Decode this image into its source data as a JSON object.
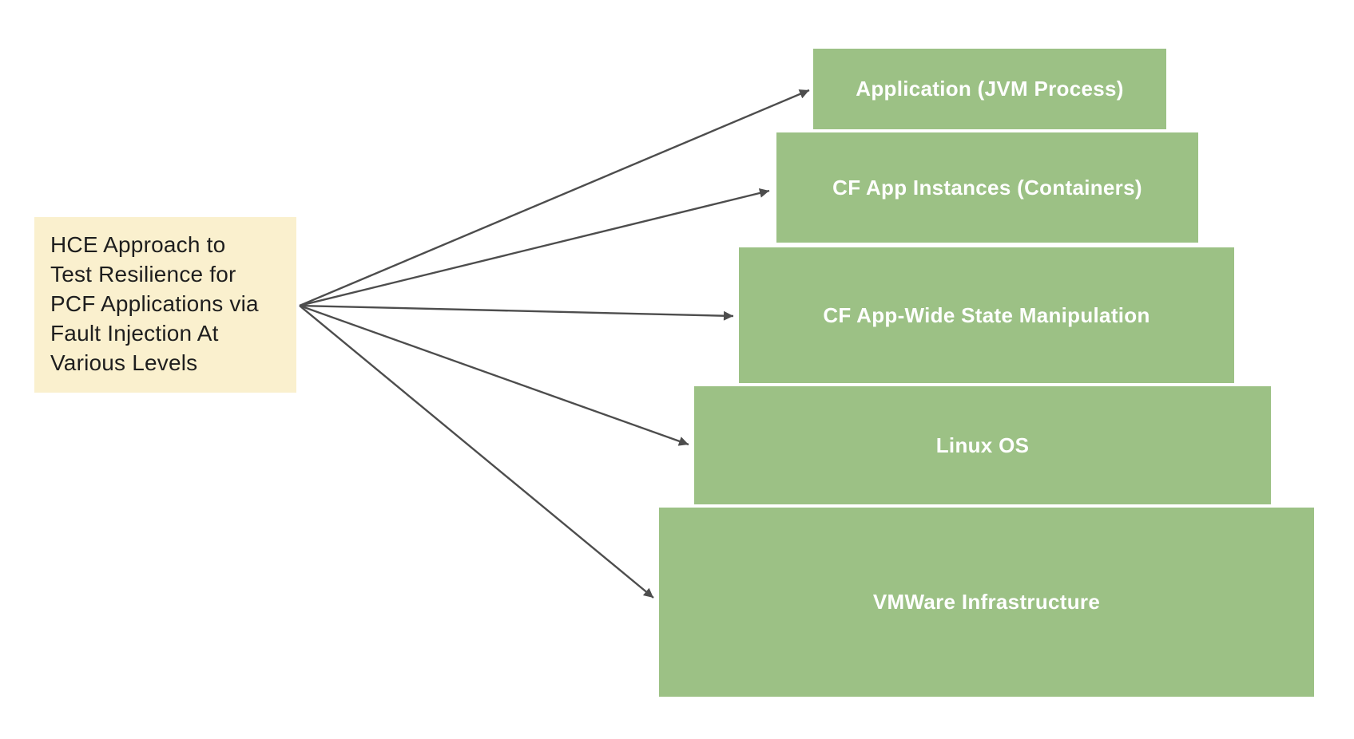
{
  "diagram": {
    "source_box": {
      "text": "HCE Approach to Test Resilience for PCF Applications via Fault Injection At Various Levels",
      "lines": [
        "HCE Approach to",
        "Test Resilience for",
        "PCF Applications via",
        "Fault Injection At",
        "Various Levels"
      ]
    },
    "levels": [
      {
        "label": "Application (JVM Process)"
      },
      {
        "label": "CF App Instances (Containers)"
      },
      {
        "label": "CF App-Wide State Manipulation"
      },
      {
        "label": "Linux OS"
      },
      {
        "label": "VMWare Infrastructure"
      }
    ],
    "colors": {
      "level_fill": "#9CC185",
      "level_text": "#FFFFFF",
      "source_box_fill": "#FAF0CE",
      "source_box_text": "#1E1E1E",
      "arrow": "#4D4D4D",
      "background": "#FFFFFF"
    }
  }
}
